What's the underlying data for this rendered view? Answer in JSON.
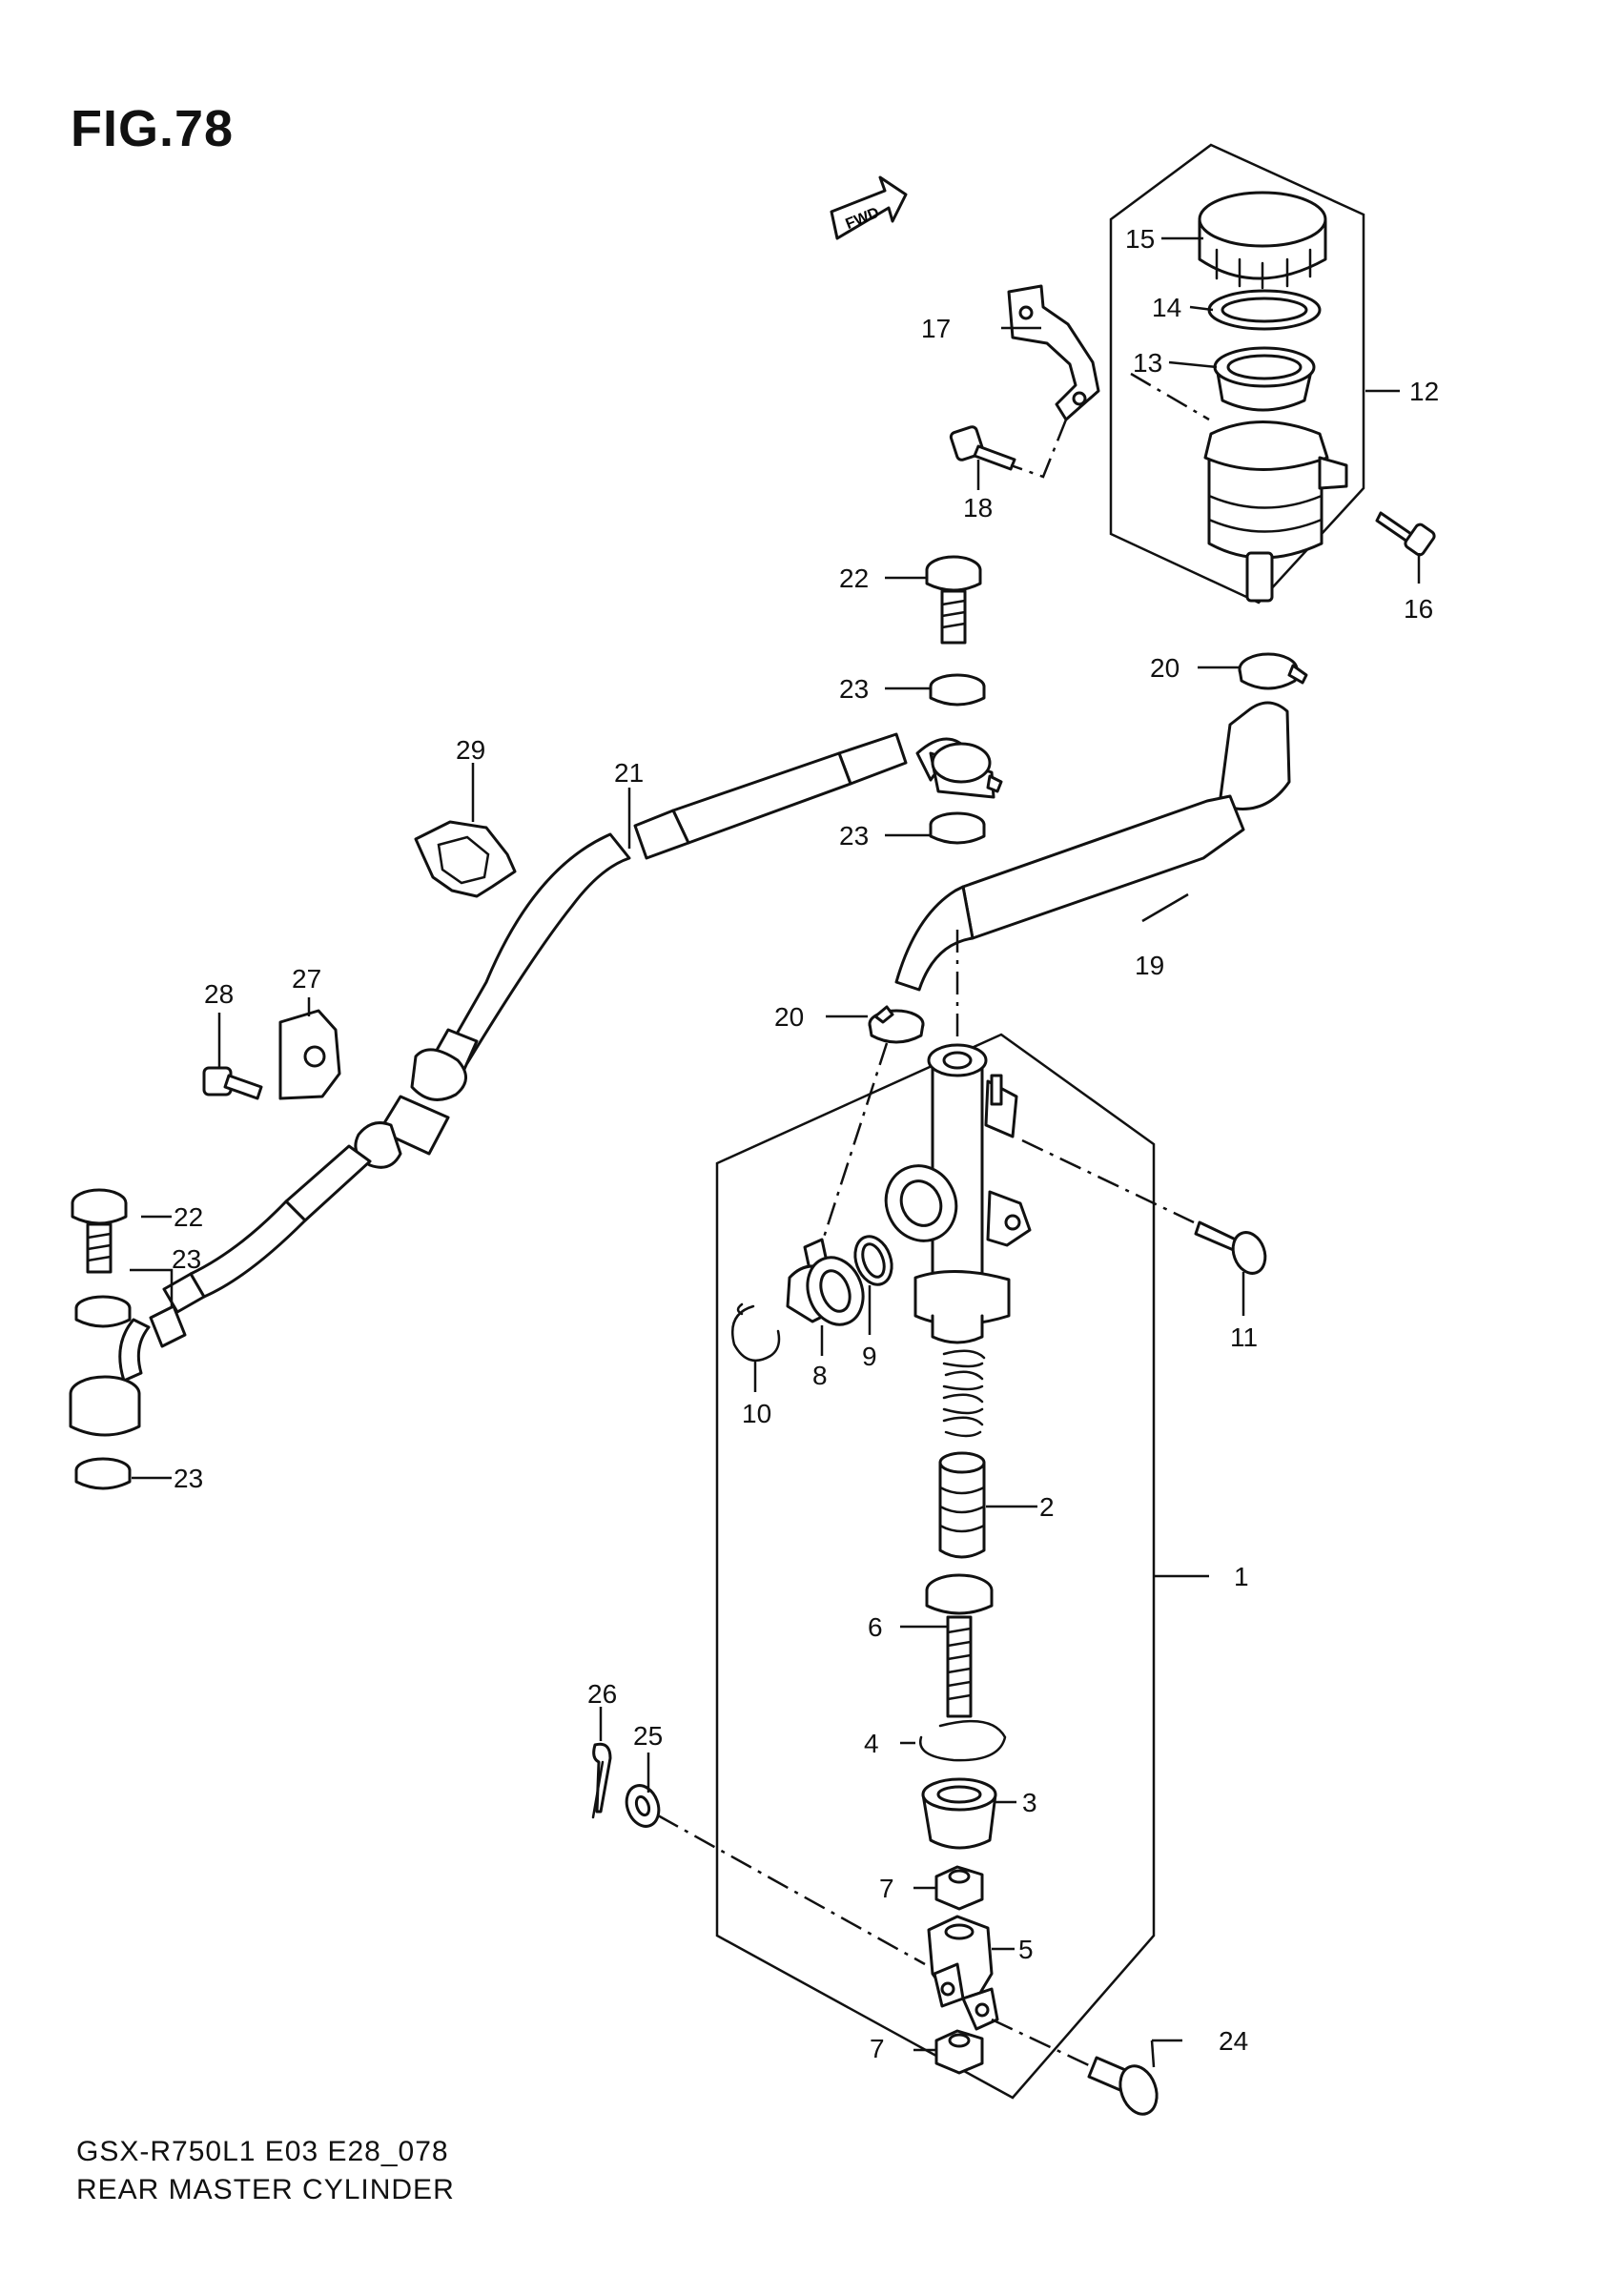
{
  "figure": {
    "title": "FIG.78",
    "model_code": "GSX-R750L1 E03 E28_078",
    "name": "REAR MASTER CYLINDER",
    "fwd_label": "FWD"
  },
  "callouts": [
    {
      "id": "c1",
      "label": "1"
    },
    {
      "id": "c2",
      "label": "2"
    },
    {
      "id": "c3",
      "label": "3"
    },
    {
      "id": "c4",
      "label": "4"
    },
    {
      "id": "c5",
      "label": "5"
    },
    {
      "id": "c6",
      "label": "6"
    },
    {
      "id": "c7a",
      "label": "7"
    },
    {
      "id": "c7b",
      "label": "7"
    },
    {
      "id": "c8",
      "label": "8"
    },
    {
      "id": "c9",
      "label": "9"
    },
    {
      "id": "c10",
      "label": "10"
    },
    {
      "id": "c11",
      "label": "11"
    },
    {
      "id": "c12",
      "label": "12"
    },
    {
      "id": "c13",
      "label": "13"
    },
    {
      "id": "c14",
      "label": "14"
    },
    {
      "id": "c15",
      "label": "15"
    },
    {
      "id": "c16",
      "label": "16"
    },
    {
      "id": "c17",
      "label": "17"
    },
    {
      "id": "c18",
      "label": "18"
    },
    {
      "id": "c19",
      "label": "19"
    },
    {
      "id": "c20a",
      "label": "20"
    },
    {
      "id": "c20b",
      "label": "20"
    },
    {
      "id": "c21",
      "label": "21"
    },
    {
      "id": "c22a",
      "label": "22"
    },
    {
      "id": "c22b",
      "label": "22"
    },
    {
      "id": "c23a",
      "label": "23"
    },
    {
      "id": "c23b",
      "label": "23"
    },
    {
      "id": "c23c",
      "label": "23"
    },
    {
      "id": "c23d",
      "label": "23"
    },
    {
      "id": "c24",
      "label": "24"
    },
    {
      "id": "c25",
      "label": "25"
    },
    {
      "id": "c26",
      "label": "26"
    },
    {
      "id": "c27",
      "label": "27"
    },
    {
      "id": "c28",
      "label": "28"
    },
    {
      "id": "c29",
      "label": "29"
    }
  ]
}
